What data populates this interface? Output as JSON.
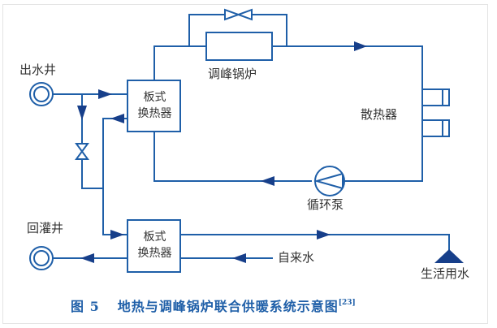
{
  "diagram": {
    "colors": {
      "pipe": "#1f5fa8",
      "arrow": "#173f8a",
      "text": "#333333",
      "caption": "#1f5fa8"
    },
    "labels": {
      "outlet_well": "出水井",
      "reinjection_well": "回灌井",
      "peak_boiler": "调峰锅炉",
      "radiator": "散热器",
      "circulation_pump": "循环泵",
      "tap_water": "自来水",
      "domestic_water": "生活用水"
    },
    "heat_exchanger_top": {
      "line1": "板式",
      "line2": "换热器"
    },
    "heat_exchanger_bottom": {
      "line1": "板式",
      "line2": "换热器"
    },
    "caption": {
      "figure_number": "图 5",
      "title": "地热与调峰锅炉联合供暖系统示意图",
      "reference": "[23]"
    }
  }
}
